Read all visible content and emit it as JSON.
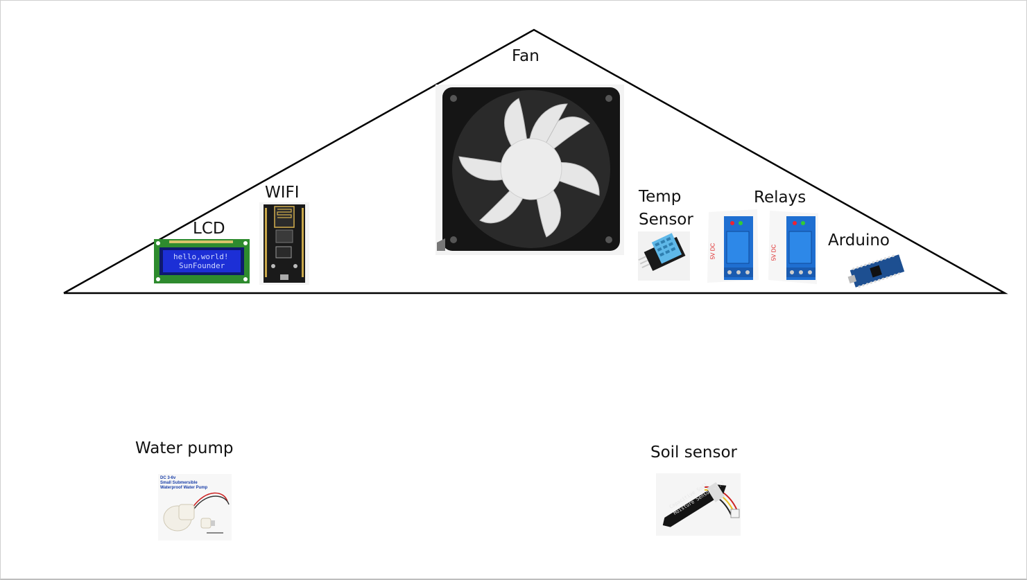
{
  "labels": {
    "fan": "Fan",
    "wifi": "WIFI",
    "lcd": "LCD",
    "temp_line1": "Temp",
    "temp_line2": "Sensor",
    "relays": "Relays",
    "arduino": "Arduino",
    "water_pump": "Water pump",
    "soil_sensor": "Soil sensor"
  },
  "lcd_screen": {
    "line1": "hello,world!",
    "line2": "SunFounder"
  },
  "pump_text": {
    "line1": "DC 3-6v",
    "line2": "Small Submersible",
    "line3": "Waterproof Water Pump"
  },
  "soil_text": {
    "line1": "Capacitive Soil",
    "line2": "Moisture Sensor v1.2"
  },
  "relay_text": "5V DC",
  "colors": {
    "outline": "#000000",
    "lcd_pcb": "#2e8b2e",
    "lcd_screen": "#1c2fd6",
    "relay_blue": "#1f6fd1",
    "arduino_blue": "#1d4f91",
    "fan_frame": "#151515",
    "fan_blade": "#e8e8e8"
  }
}
